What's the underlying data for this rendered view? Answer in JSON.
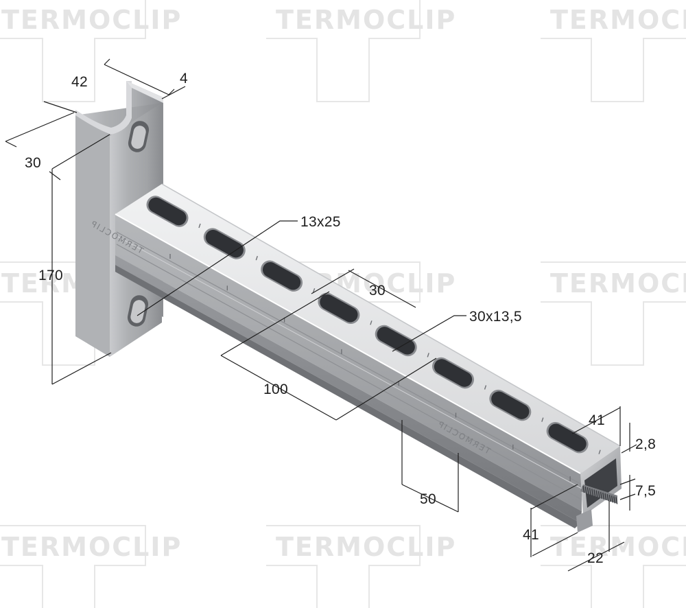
{
  "watermark": {
    "brand": "TERMOCLIP"
  },
  "emboss": {
    "label": "TERMOCLIP"
  },
  "colors": {
    "steel_light": "#e2e3e5",
    "steel_mid": "#b5b7ba",
    "steel_dark": "#8a8c90",
    "steel_shadow": "#6d6f73",
    "watermark": "#e4e4e4",
    "dimension_lines": "#1e1e1e"
  },
  "dimensions": {
    "upright_width": "42",
    "wall_thickness": "4",
    "upright_depth": "30",
    "upright_height": "170",
    "upright_hole": "13x25",
    "slot_pitch": "30",
    "slot_size": "30x13,5",
    "first_slot_offset": "100",
    "mark_pitch": "50",
    "channel_width": "41",
    "material_thickness": "2,8",
    "lip_height": "7,5",
    "channel_height": "41",
    "channel_opening": "22"
  }
}
